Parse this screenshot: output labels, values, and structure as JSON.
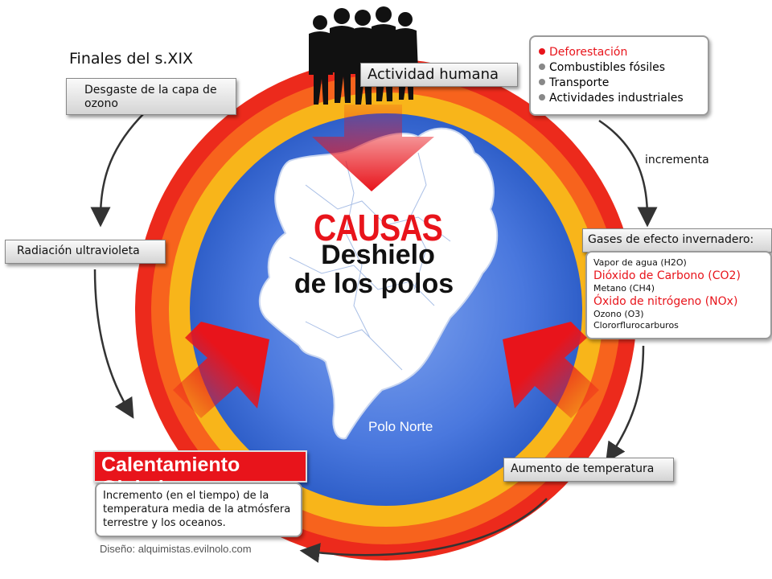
{
  "title_top": "Finales del s.XIX",
  "center": {
    "causas": "CAUSAS",
    "line1": "Deshielo",
    "line2": "de los polos",
    "polo": "Polo Norte"
  },
  "actividad": "Actividad humana",
  "activities": [
    {
      "label": "Deforestación",
      "highlight": true
    },
    {
      "label": "Combustibles fósiles",
      "highlight": false
    },
    {
      "label": "Transporte",
      "highlight": false
    },
    {
      "label": "Actividades industriales",
      "highlight": false
    }
  ],
  "incrementa": "incrementa",
  "gases": {
    "title": "Gases de efecto invernadero:",
    "items": [
      {
        "label": "Vapor de agua (H2O)",
        "highlight": false
      },
      {
        "label": "Dióxido de Carbono (CO2)",
        "highlight": true
      },
      {
        "label": "Metano (CH4)",
        "highlight": false
      },
      {
        "label": "Óxido de nitrógeno (NOx)",
        "highlight": true
      },
      {
        "label": "Ozono (O3)",
        "highlight": false
      },
      {
        "label": "Clororflurocarburos",
        "highlight": false
      }
    ]
  },
  "desgaste": "Desgaste de la capa de ozono",
  "radiacion": "Radiación ultravioleta",
  "aumento": "Aumento de temperatura",
  "calentamiento": {
    "title": "Calentamiento Global",
    "desc": "Incremento (en el tiempo) de la temperatura media de la atmósfera terrestre y los oceanos."
  },
  "credit": "Diseño: alquimistas.evilnolo.com",
  "colors": {
    "accent_red": "#e8141b",
    "ring_outer": "#ec2a1c",
    "ring_orange": "#f7631d",
    "ring_yellow": "#f8b51a",
    "ocean": "#3f6fd8"
  }
}
